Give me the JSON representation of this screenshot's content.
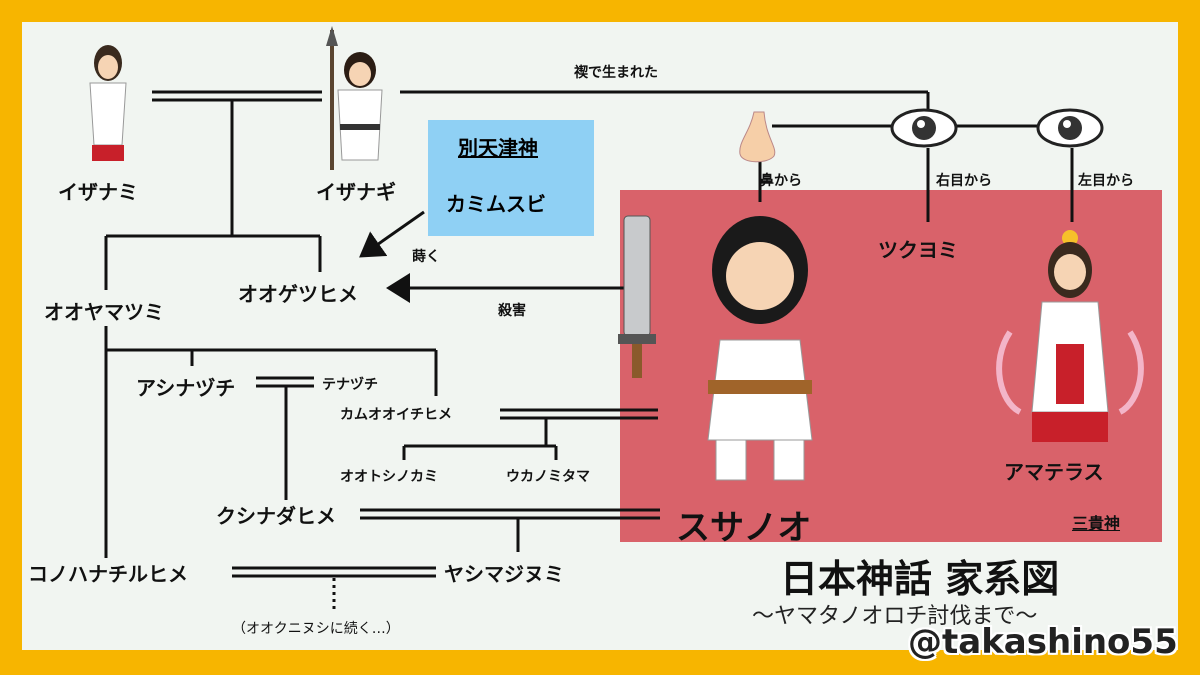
{
  "title": "日本神話 家系図",
  "subtitle": "〜ヤマタノオロチ討伐まで〜",
  "credit": "@takashino55",
  "deities": {
    "izanami": "イザナミ",
    "izanagi": "イザナギ",
    "ooyamatsumi": "オオヤマツミ",
    "oogetsuhime": "オオゲツヒメ",
    "ashinazuchi": "アシナヅチ",
    "tenazuchi": "テナヅチ",
    "kamuooichihime": "カムオオイチヒメ",
    "ootoshinokami": "オオトシノカミ",
    "ukanomitama": "ウカノミタマ",
    "kushinadahime": "クシナダヒメ",
    "konohanachiruhime": "コノハナチルヒメ",
    "yashimajinumi": "ヤシマジヌミ",
    "tsukuyomi": "ツクヨミ",
    "amaterasu": "アマテラス",
    "susanoo": "スサノオ"
  },
  "betsu_amatsukami": {
    "title": "別天津神",
    "member": "カミムスビ"
  },
  "relations": {
    "misogi": "禊で生まれた",
    "from_nose": "鼻から",
    "from_right_eye": "右目から",
    "from_left_eye": "左目から",
    "sow": "蒔く",
    "kill": "殺害"
  },
  "group_label": "三貴神",
  "continues": "（オオクニヌシに続く…）",
  "colors": {
    "frame": "#f7b500",
    "background": "#f1f5f1",
    "panel": "#d9626a",
    "betsu_box": "#8fd0f4"
  }
}
